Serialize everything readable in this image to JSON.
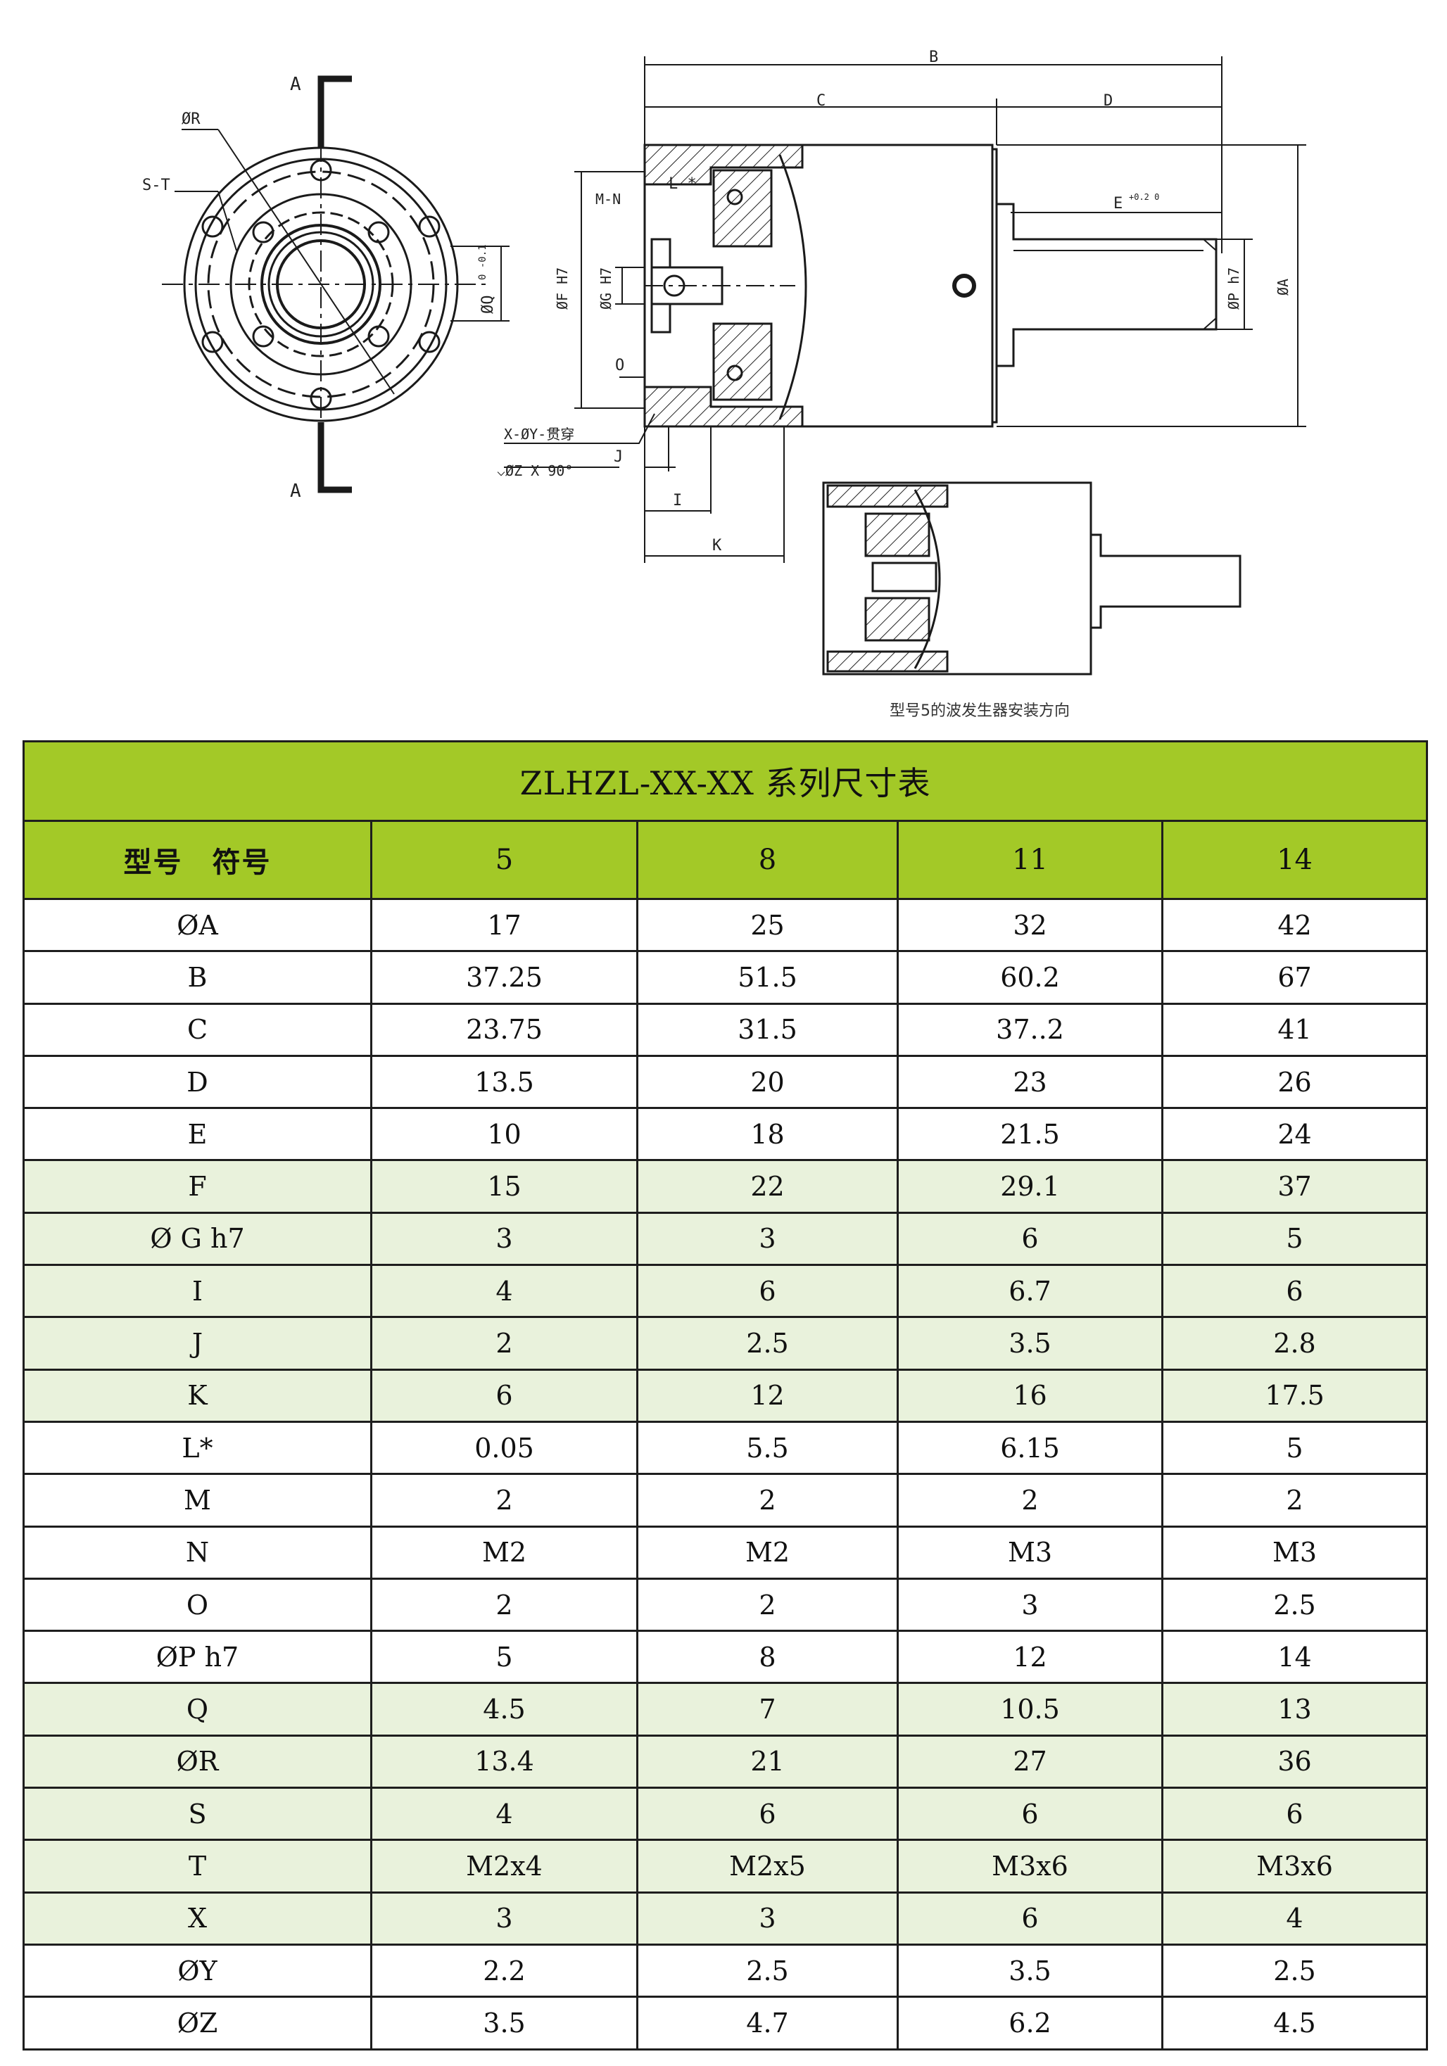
{
  "drawing": {
    "labels": {
      "section_a_top": "A",
      "section_a_bottom": "A",
      "r": "ØR",
      "st": "S-T",
      "q": "ØQ",
      "q_tol": "0 -0.1",
      "b": "B",
      "c": "C",
      "d": "D",
      "e": "E",
      "e_tol": "+0.2 0",
      "l": "L *",
      "mn": "M-N",
      "f": "ØF H7",
      "g": "ØG H7",
      "o": "O",
      "xy": "X-ØY-贯穿",
      "z": "⌵ØZ X 90°",
      "j": "J",
      "i": "I",
      "k": "K",
      "p": "ØP h7",
      "a": "ØA"
    },
    "caption": "型号5的波发生器安装方向"
  },
  "table": {
    "title": "ZLHZL-XX-XX 系列尺寸表",
    "header": {
      "symbol": "型号　符号",
      "models": [
        "5",
        "8",
        "11",
        "14"
      ]
    },
    "rows": [
      {
        "symbol": "ØA",
        "values": [
          "17",
          "25",
          "32",
          "42"
        ]
      },
      {
        "symbol": "B",
        "values": [
          "37.25",
          "51.5",
          "60.2",
          "67"
        ]
      },
      {
        "symbol": "C",
        "values": [
          "23.75",
          "31.5",
          "37..2",
          "41"
        ]
      },
      {
        "symbol": "D",
        "values": [
          "13.5",
          "20",
          "23",
          "26"
        ]
      },
      {
        "symbol": "E",
        "values": [
          "10",
          "18",
          "21.5",
          "24"
        ]
      },
      {
        "symbol": "F",
        "values": [
          "15",
          "22",
          "29.1",
          "37"
        ]
      },
      {
        "symbol": "Ø G h7",
        "values": [
          "3",
          "3",
          "6",
          "5"
        ]
      },
      {
        "symbol": "I",
        "values": [
          "4",
          "6",
          "6.7",
          "6"
        ]
      },
      {
        "symbol": "J",
        "values": [
          "2",
          "2.5",
          "3.5",
          "2.8"
        ]
      },
      {
        "symbol": "K",
        "values": [
          "6",
          "12",
          "16",
          "17.5"
        ]
      },
      {
        "symbol": "L*",
        "values": [
          "0.05",
          "5.5",
          "6.15",
          "5"
        ]
      },
      {
        "symbol": "M",
        "values": [
          "2",
          "2",
          "2",
          "2"
        ]
      },
      {
        "symbol": "N",
        "values": [
          "M2",
          "M2",
          "M3",
          "M3"
        ]
      },
      {
        "symbol": "O",
        "values": [
          "2",
          "2",
          "3",
          "2.5"
        ]
      },
      {
        "symbol": "ØP h7",
        "values": [
          "5",
          "8",
          "12",
          "14"
        ]
      },
      {
        "symbol": "Q",
        "values": [
          "4.5",
          "7",
          "10.5",
          "13"
        ]
      },
      {
        "symbol": "ØR",
        "values": [
          "13.4",
          "21",
          "27",
          "36"
        ]
      },
      {
        "symbol": "S",
        "values": [
          "4",
          "6",
          "6",
          "6"
        ]
      },
      {
        "symbol": "T",
        "values": [
          "M2x4",
          "M2x5",
          "M3x6",
          "M3x6"
        ]
      },
      {
        "symbol": "X",
        "values": [
          "3",
          "3",
          "6",
          "4"
        ]
      },
      {
        "symbol": "ØY",
        "values": [
          "2.2",
          "2.5",
          "3.5",
          "2.5"
        ]
      },
      {
        "symbol": "ØZ",
        "values": [
          "3.5",
          "4.7",
          "6.2",
          "4.5"
        ]
      }
    ],
    "shaded_rows": [
      5,
      6,
      7,
      8,
      9,
      15,
      16,
      17,
      18,
      19
    ],
    "colors": {
      "header_green": "#a3c927",
      "shade": "#e9f2dc",
      "border": "#1e1e1e"
    }
  }
}
